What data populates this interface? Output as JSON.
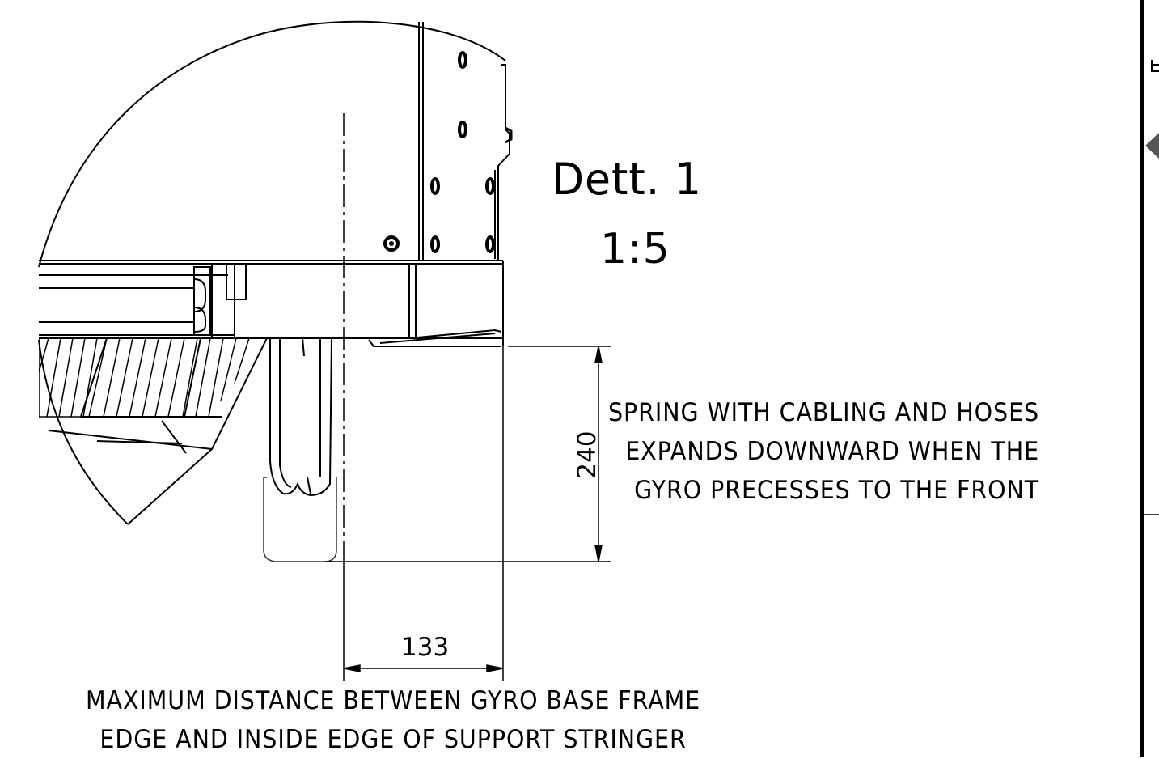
{
  "detail": {
    "title": "Dett. 1",
    "scale": "1:5"
  },
  "dimensions": {
    "vertical": "240",
    "horizontal": "133"
  },
  "notes": {
    "spring": [
      "SPRING WITH CABLING AND HOSES",
      "EXPANDS DOWNWARD WHEN THE",
      "GYRO PRECESSES TO THE FRONT"
    ],
    "max_distance": [
      "MAXIMUM DISTANCE BETWEEN GYRO BASE FRAME",
      "EDGE AND INSIDE EDGE OF SUPPORT STRINGER"
    ]
  },
  "colors": {
    "line": "#000000",
    "background": "#ffffff"
  }
}
